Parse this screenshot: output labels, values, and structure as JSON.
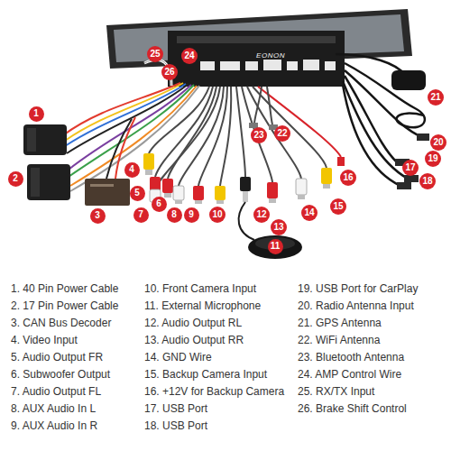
{
  "diagram": {
    "nodes": [
      {
        "text": [
          "1"
        ]
      },
      {
        "text": [
          "2"
        ]
      },
      {
        "text": [
          "3"
        ]
      },
      {
        "text": [
          "4"
        ]
      },
      {
        "text": [
          "5"
        ]
      },
      {
        "text": [
          "6"
        ]
      },
      {
        "text": [
          "7"
        ]
      },
      {
        "text": [
          "8"
        ]
      },
      {
        "text": [
          "9"
        ]
      },
      {
        "text": [
          "10"
        ]
      },
      {
        "text": [
          "11"
        ]
      },
      {
        "text": [
          "12"
        ]
      },
      {
        "text": [
          "13"
        ]
      },
      {
        "text": [
          "14"
        ]
      },
      {
        "text": [
          "15"
        ]
      },
      {
        "text": [
          "16"
        ]
      },
      {
        "text": [
          "17"
        ]
      },
      {
        "text": [
          "18"
        ]
      },
      {
        "text": [
          "19"
        ]
      },
      {
        "text": [
          "20"
        ]
      },
      {
        "text": [
          "21"
        ]
      },
      {
        "text": [
          "22"
        ]
      },
      {
        "text": [
          "23"
        ]
      },
      {
        "text": [
          "24"
        ]
      },
      {
        "text": [
          "25"
        ]
      },
      {
        "text": [
          "26"
        ]
      }
    ],
    "labels": [
      "EONON",
      "1. 40 Pin Power Cable",
      "2. 17 Pin Power Cable",
      "3. CAN Bus Decoder",
      "4. Video Input",
      "5. Audio Output FR",
      "6. Subwoofer Output",
      "7. Audio Output FL",
      "8. AUX Audio In L",
      "9. AUX Audio In R",
      "10. Front Camera Input",
      "11. External Microphone",
      "12. Audio Output RL",
      "13. Audio Output RR",
      "14. GND Wire",
      "15. Backup Camera Input",
      "16. +12V for Backup Camera",
      "17. USB Port",
      "18. USB Port",
      "19. USB Port for CarPlay",
      "20. Radio Antenna Input",
      "21. GPS Antenna",
      "22. WiFi Antenna",
      "23. Bluetooth Antenna",
      "24. AMP Control Wire",
      "25. RX/TX Input",
      "26. Brake Shift Control"
    ]
  }
}
